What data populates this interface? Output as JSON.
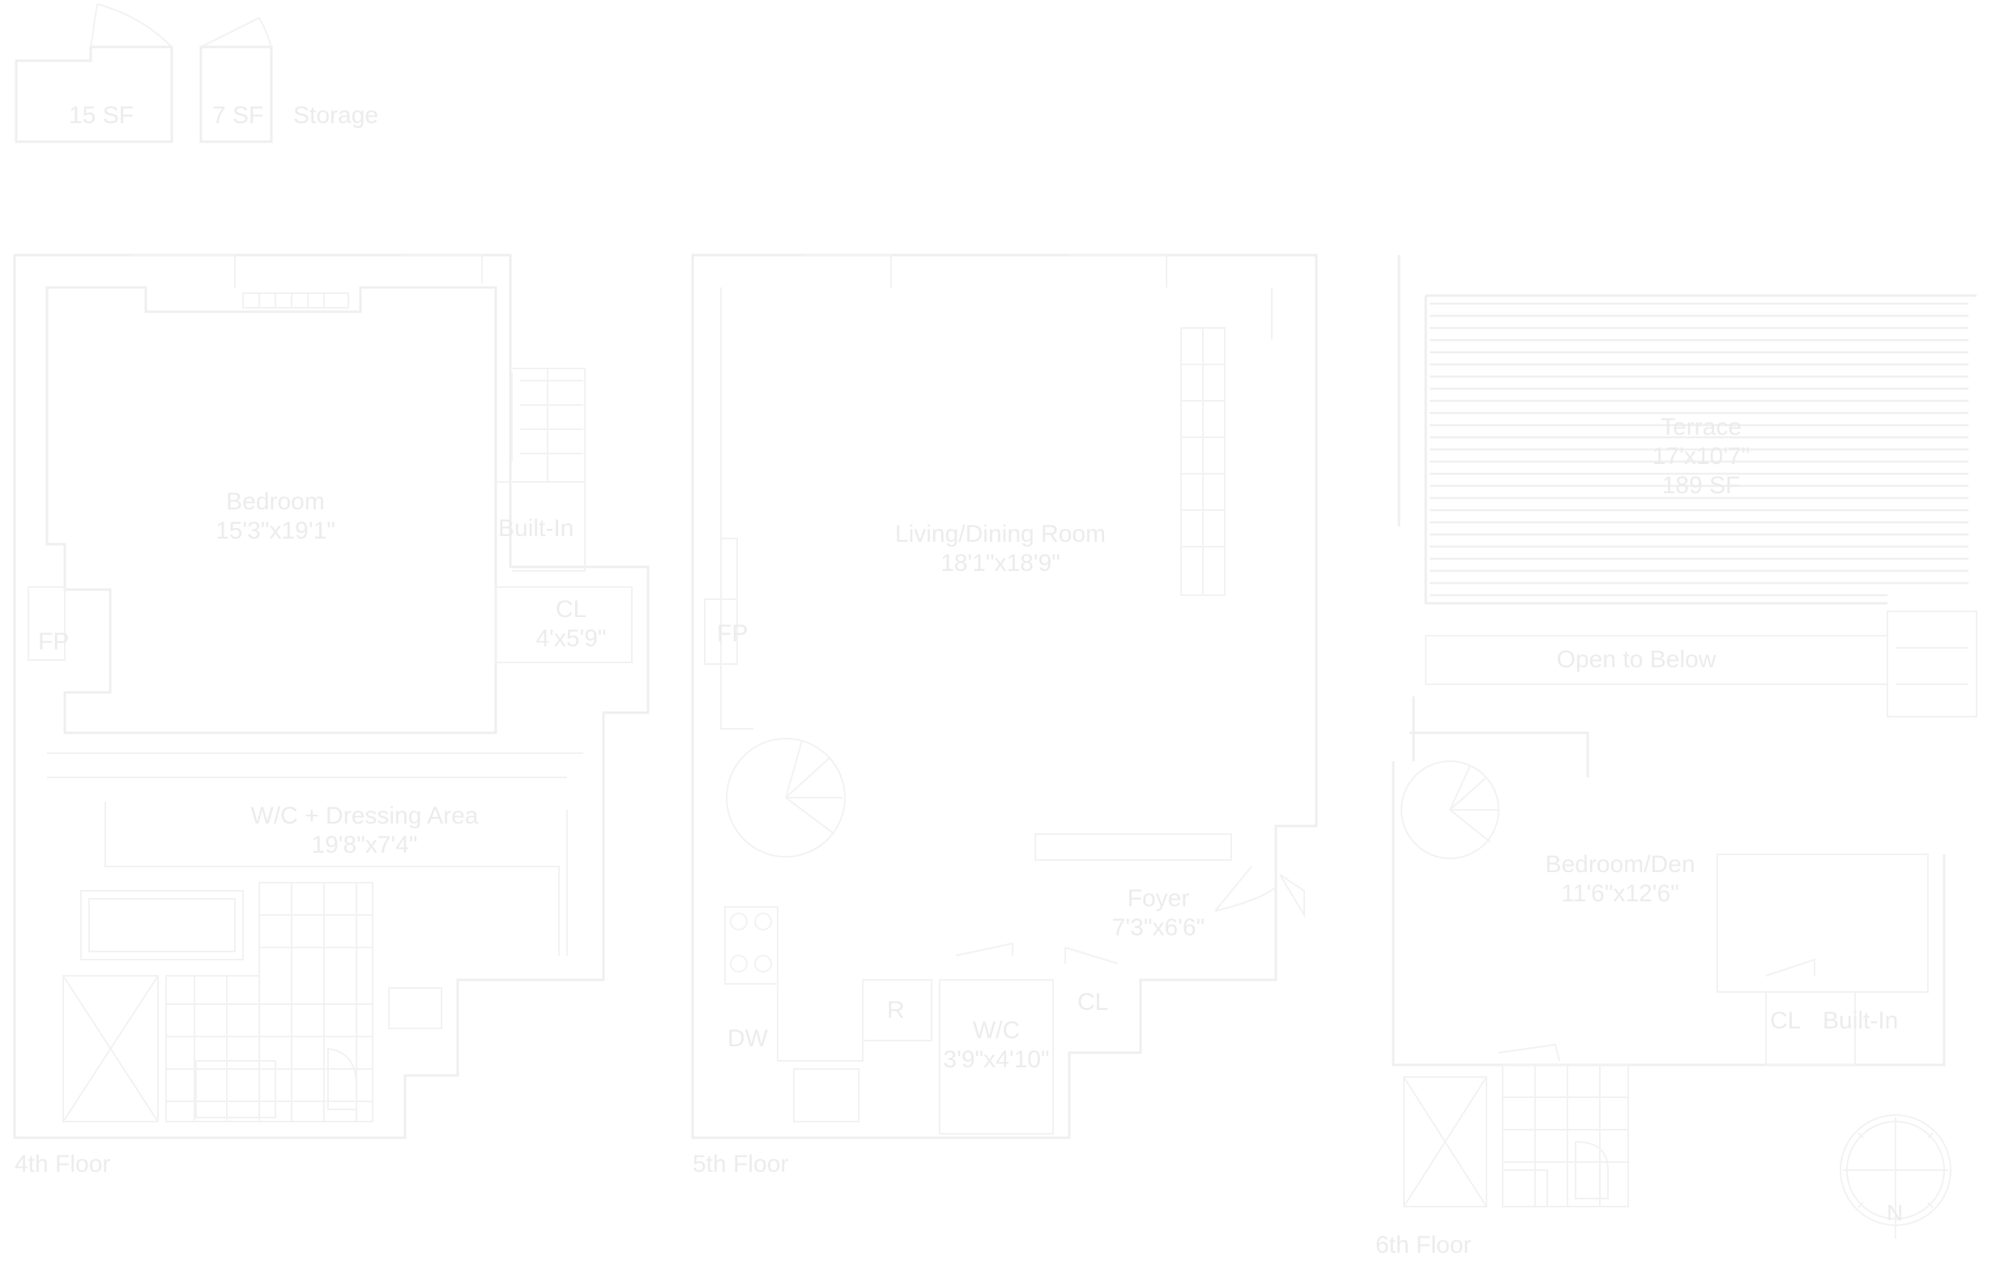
{
  "storage": {
    "unit1": "15 SF",
    "unit2": "7 SF",
    "label": "Storage"
  },
  "floor4": {
    "label": "4th Floor",
    "bedroom": {
      "name": "Bedroom",
      "dims": "15'3\"x19'1\""
    },
    "builtin": "Built-In",
    "closet": {
      "name": "CL",
      "dims": "4'x5'9\""
    },
    "fireplace": "FP",
    "wic": {
      "name": "W/C + Dressing Area",
      "dims": "19'8\"x7'4\""
    }
  },
  "floor5": {
    "label": "5th Floor",
    "living": {
      "name": "Living/Dining Room",
      "dims": "18'1\"x18'9\""
    },
    "fireplace": "FP",
    "foyer": {
      "name": "Foyer",
      "dims": "7'3\"x6'6\""
    },
    "dishwasher": "DW",
    "refrigerator": "R",
    "wic": {
      "name": "W/C",
      "dims": "3'9\"x4'10\""
    },
    "closet": "CL"
  },
  "floor6": {
    "label": "6th Floor",
    "terrace": {
      "name": "Terrace",
      "dims": "17'x10'7\"",
      "area": "189 SF"
    },
    "open": "Open to Below",
    "bedroom": {
      "name": "Bedroom/Den",
      "dims": "11'6\"x12'6\""
    },
    "closet": "CL",
    "builtin": "Built-In"
  },
  "compass": "N"
}
